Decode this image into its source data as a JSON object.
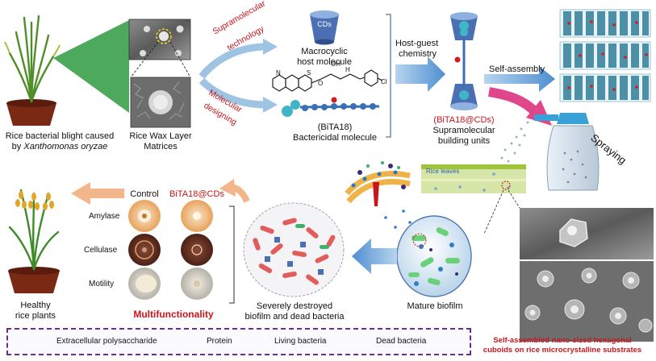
{
  "top": {
    "disease_line1": "Rice bacterial blight caused",
    "disease_line2_prefix": "by",
    "disease_line2_species": "Xanthomonas oryzae",
    "wax_line1": "Rice Wax Layer",
    "wax_line2": "Matrices",
    "supramolecular_line1": "Supramolecular",
    "supramolecular_line2": "technology",
    "molecular_line1": "Molecular",
    "molecular_line2": "designing",
    "cds_label": "CDs",
    "host_line1": "Macrocyclic",
    "host_line2": "host molecule",
    "bita18_label": "(BiTA18)",
    "bactericidal_label": "Bactericidal molecule",
    "hostguest_line1": "Host-guest",
    "hostguest_line2": "chemistry",
    "bita18cds_label": "(BiTA18@CDs)",
    "building_line1": "Supramolecular",
    "building_line2": "building units",
    "self_assembly_label": "Self-assembly",
    "spraying_label": "Spraying",
    "chem_N": "N",
    "chem_S": "S",
    "chem_OH": "OH",
    "chem_H": "H",
    "chem_O": "O",
    "chem_Cl": "Cl"
  },
  "bottom": {
    "rice_leaves_label": "Rice leaves",
    "control_label": "Control",
    "treated_label": "BiTA18@CDs",
    "amylase_label": "Amylase",
    "cellulase_label": "Cellulase",
    "motility_label": "Motility",
    "healthy_line1": "Healthy",
    "healthy_line2": "rice plants",
    "multifunctionality_label": "Multifunctionality",
    "destroyed_line1": "Severely destroyed",
    "destroyed_line2": "biofilm and dead bacteria",
    "mature_biofilm_label": "Mature biofilm",
    "cuboids_line1": "Self-assembled nano-sized hexagonal",
    "cuboids_line2": "cuboids on rice microcrystalline substrates"
  },
  "legend": {
    "eps_label": "Extracellular polysaccharide",
    "protein_label": "Protein",
    "living_label": "Living bacteria",
    "dead_label": "Dead bacteria"
  },
  "colors": {
    "accent_red": "#c8161d",
    "arrow_blue": "#5b9bd5",
    "arrow_orange": "#f3b58a",
    "arrow_pink": "#e0468a",
    "legend_border": "#6a2c91",
    "cyclodextrin": "#5fc3c6",
    "guest_blue": "#3b6fb6"
  }
}
